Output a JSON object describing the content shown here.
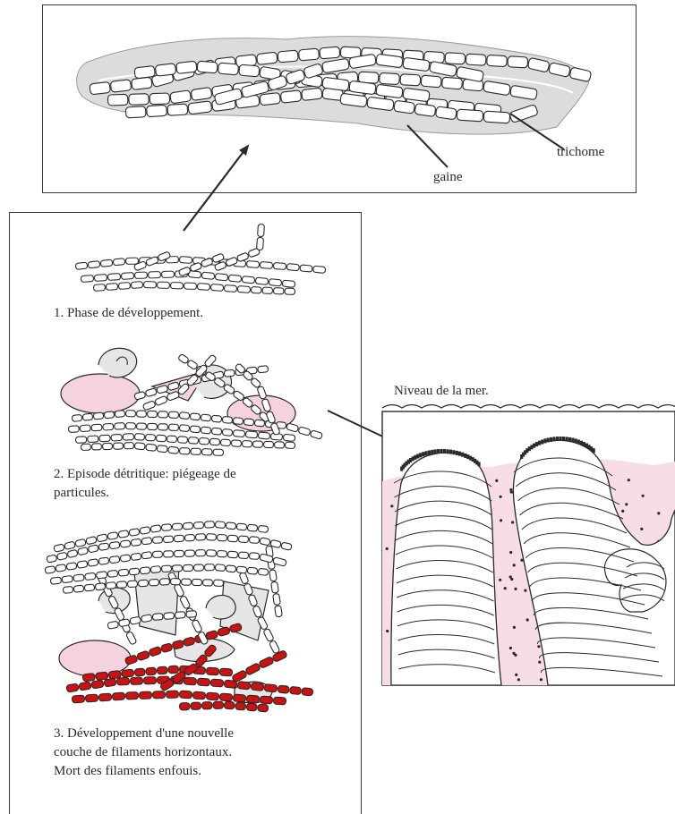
{
  "labels": {
    "trichome": "trichome",
    "gaine": "gaine",
    "phase1": "1. Phase de développement.",
    "phase2_line1": "2. Episode détritique: piégeage de",
    "phase2_line2": "particules.",
    "phase3_line1": "3. Développement d'une nouvelle",
    "phase3_line2": "couche de filaments horizontaux.",
    "phase3_line3": "Mort des filaments enfouis.",
    "sea_level": "Niveau de la mer."
  },
  "colors": {
    "outline": "#2a2a2a",
    "sheath": "#dcdcdc",
    "particle_pink": "#f4d2e0",
    "sediment_pink": "#f7dde8",
    "dead_filaments": "#cc1111",
    "shell_grey": "#e6e6e6"
  }
}
